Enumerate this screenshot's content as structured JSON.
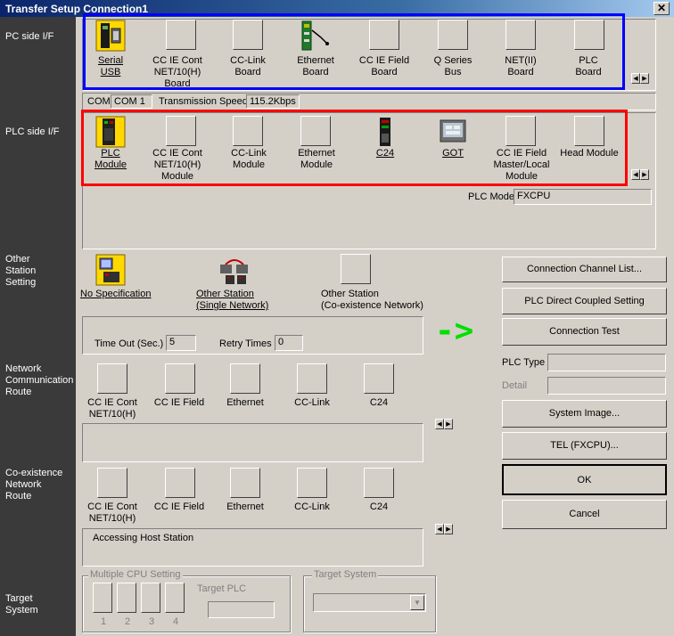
{
  "window": {
    "title": "Transfer Setup Connection1",
    "close_symbol": "✕"
  },
  "sections": {
    "pc_side": "PC side I/F",
    "plc_side": "PLC side I/F",
    "other_station": "Other\nStation\nSetting",
    "network_route": "Network\nCommunication\nRoute",
    "coexistence_route": "Co-existence\nNetwork\nRoute",
    "target_system": "Target\nSystem"
  },
  "pc_side": {
    "items": [
      {
        "label": "Serial\nUSB"
      },
      {
        "label": "CC IE Cont\nNET/10(H)\nBoard"
      },
      {
        "label": "CC-Link\nBoard"
      },
      {
        "label": "Ethernet\nBoard"
      },
      {
        "label": "CC IE Field\nBoard"
      },
      {
        "label": "Q Series\nBus"
      },
      {
        "label": "NET(II)\nBoard"
      },
      {
        "label": "PLC\nBoard"
      }
    ],
    "status": {
      "com_label": "COM",
      "com_value": "COM 1",
      "speed_label": "Transmission Speed",
      "speed_value": "115.2Kbps"
    }
  },
  "plc_side": {
    "items": [
      {
        "label": "PLC\nModule"
      },
      {
        "label": "CC IE Cont\nNET/10(H)\nModule"
      },
      {
        "label": "CC-Link\nModule"
      },
      {
        "label": "Ethernet\nModule"
      },
      {
        "label": "C24"
      },
      {
        "label": "GOT"
      },
      {
        "label": "CC IE Field\nMaster/Local\nModule"
      },
      {
        "label": "Head Module"
      }
    ],
    "mode_label": "PLC Mode",
    "mode_value": "FXCPU"
  },
  "other_station": {
    "items": [
      {
        "label": "No Specification"
      },
      {
        "label": "Other Station\n(Single Network)"
      },
      {
        "label": "Other Station\n(Co-existence Network)"
      }
    ],
    "timeout_label": "Time Out (Sec.)",
    "timeout_value": "5",
    "retry_label": "Retry Times",
    "retry_value": "0"
  },
  "network_route": {
    "items": [
      {
        "label": "CC IE Cont\nNET/10(H)"
      },
      {
        "label": "CC IE Field"
      },
      {
        "label": "Ethernet"
      },
      {
        "label": "CC-Link"
      },
      {
        "label": "C24"
      }
    ]
  },
  "coexistence_route": {
    "items": [
      {
        "label": "CC IE Cont\nNET/10(H)"
      },
      {
        "label": "CC IE Field"
      },
      {
        "label": "Ethernet"
      },
      {
        "label": "CC-Link"
      },
      {
        "label": "C24"
      }
    ],
    "info": "Accessing Host Station"
  },
  "target": {
    "multiple_cpu_title": "Multiple CPU Setting",
    "cpu_numbers": [
      "1",
      "2",
      "3",
      "4"
    ],
    "target_plc_label": "Target PLC",
    "target_system_title": "Target System"
  },
  "right_panel": {
    "connection_channel_list": "Connection Channel List...",
    "plc_direct_coupled": "PLC Direct Coupled Setting",
    "connection_test": "Connection Test",
    "plc_type_label": "PLC Type",
    "detail_label": "Detail",
    "system_image": "System Image...",
    "tel": "TEL (FXCPU)...",
    "ok": "OK",
    "cancel": "Cancel"
  },
  "annotation": {
    "arrow": "->",
    "arrow_color": "#00e000"
  },
  "colors": {
    "pc_highlight": "#0000ff",
    "plc_highlight": "#ff0000"
  }
}
